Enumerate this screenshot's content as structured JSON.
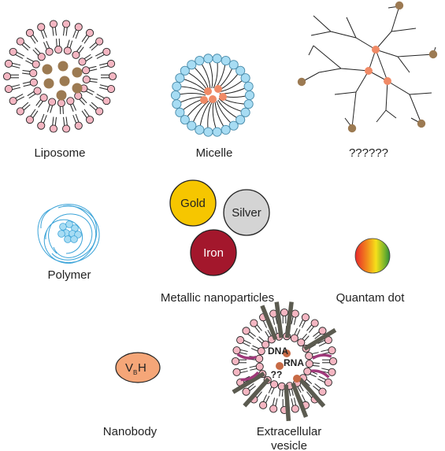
{
  "labels": {
    "liposome": "Liposome",
    "micelle": "Micelle",
    "dendrimer": "??????",
    "polymer": "Polymer",
    "metallic": "Metallic nanoparticles",
    "quantum_dot": "Quantam dot",
    "nanobody": "Nanobody",
    "ev_line1": "Extracellular",
    "ev_line2": "vesicle"
  },
  "metals": {
    "gold": "Gold",
    "silver": "Silver",
    "iron": "Iron"
  },
  "nanobody_text": {
    "v": "V",
    "sub": "B",
    "h": "H"
  },
  "ev_cargo": {
    "dna": "DNA",
    "rna": "RNA",
    "unknown": "??"
  },
  "colors": {
    "lipid_head": "#f4b6c2",
    "lipid_tail": "#c9b8a4",
    "cargo_brown": "#9c7a52",
    "micelle_head": "#a7dcf3",
    "core_orange": "#f08a66",
    "gold": "#f6c600",
    "silver": "#d4d4d4",
    "iron": "#a3172c",
    "polymer_blue": "#3aa3d8",
    "nanobody_fill": "#f5a678",
    "ev_bar": "#5b5b50",
    "ev_protein": "#a0397a"
  },
  "icons": [
    "liposome-icon",
    "micelle-icon",
    "dendrimer-icon",
    "polymer-icon",
    "metal-particle-icon",
    "quantum-dot-icon",
    "nanobody-icon",
    "extracellular-vesicle-icon"
  ]
}
